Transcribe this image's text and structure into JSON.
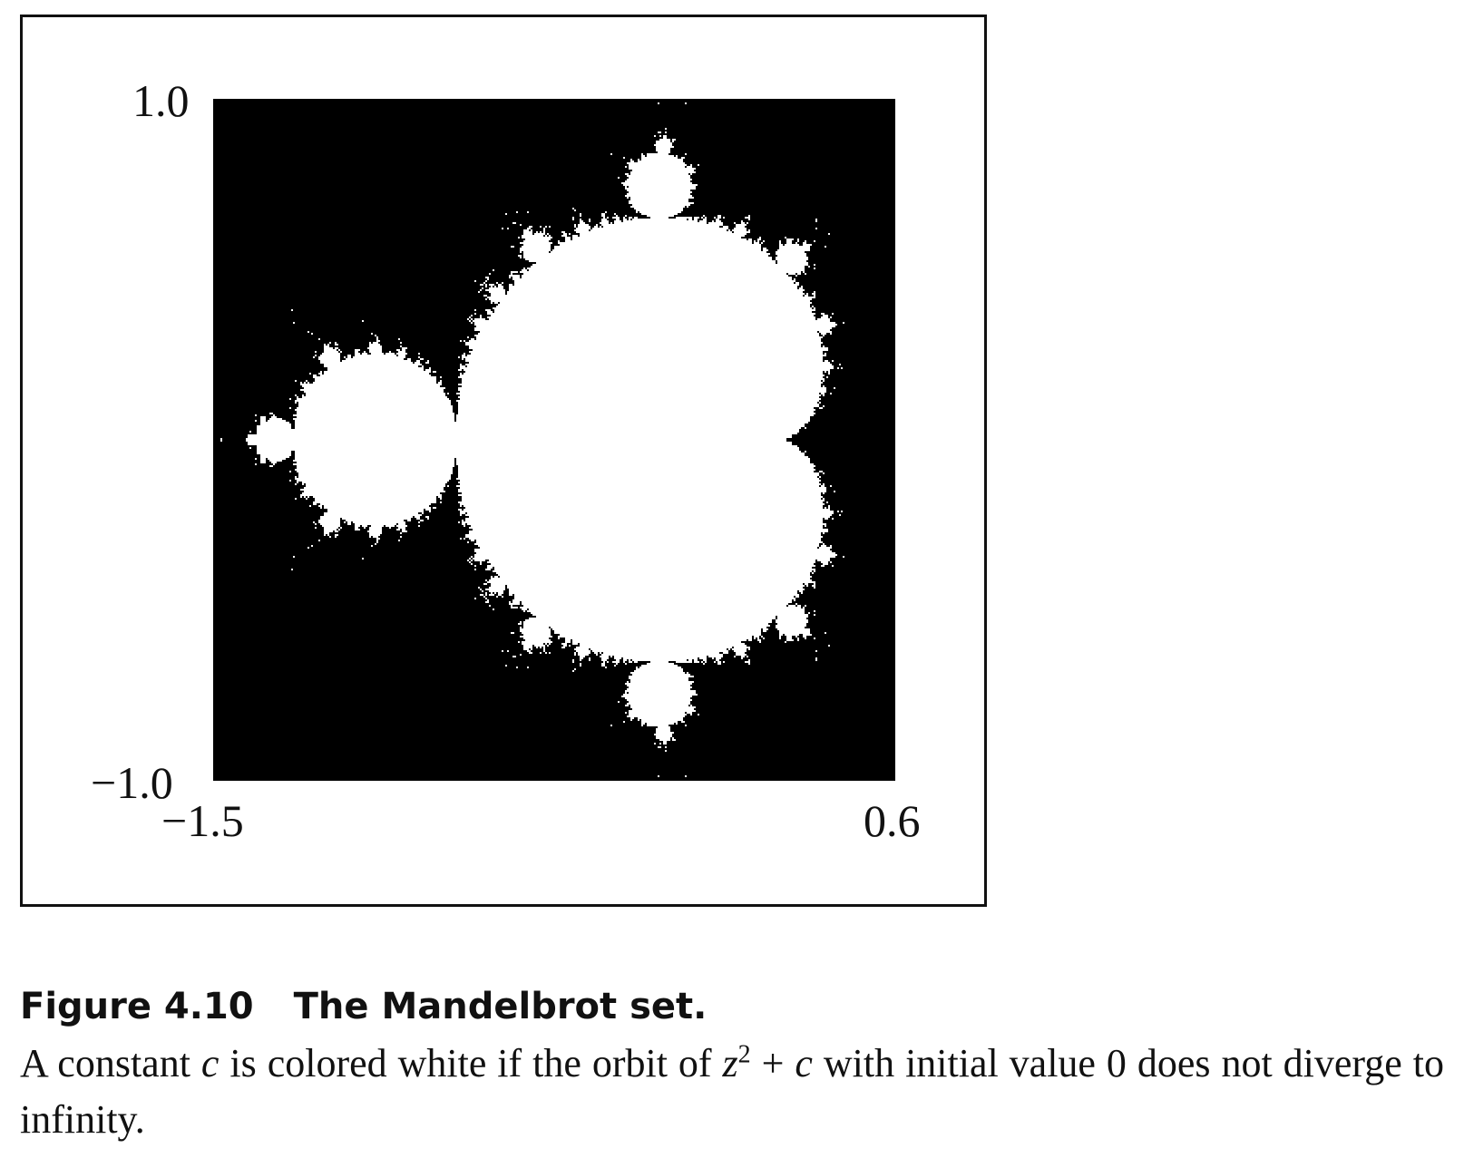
{
  "figure": {
    "plot": {
      "x_range": [
        -1.5,
        0.6
      ],
      "y_range": [
        -1.0,
        1.0
      ],
      "set_color": "#ffffff",
      "background_color": "#000000",
      "max_iterations": 60
    },
    "ticks": {
      "y_top": "1.0",
      "y_bottom": "−1.0",
      "x_left": "−1.5",
      "x_right": "0.6"
    }
  },
  "caption": {
    "label": "Figure 4.10",
    "title": "The Mandelbrot set.",
    "text_1": "A constant ",
    "var_c": "c",
    "text_2": " is colored white if the orbit of ",
    "var_z": "z",
    "exponent": "2",
    "text_3": " + ",
    "var_c2": "c",
    "text_4": " with initial value 0 does not diverge to infinity."
  }
}
